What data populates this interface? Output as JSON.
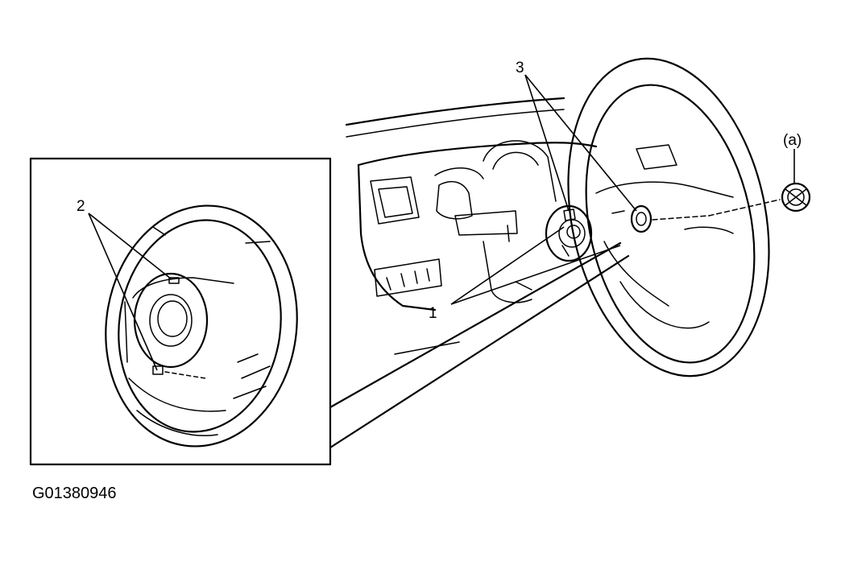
{
  "diagram": {
    "callouts": {
      "inset_label": "2",
      "steering_label": "3",
      "connector_label": "1",
      "nut_label": "(a)"
    },
    "figure_id": "G01380946"
  }
}
